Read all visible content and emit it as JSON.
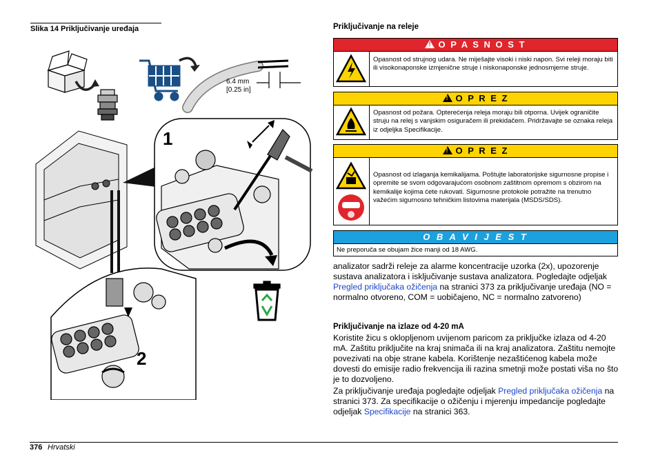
{
  "figure": {
    "title": "Slika 14  Priključivanje uređaja",
    "dimension_mm": "6.4 mm",
    "dimension_in": "[0.25 in]",
    "step1": "1",
    "step2": "2"
  },
  "section": {
    "title": "Priključivanje na releje"
  },
  "hazards": {
    "danger": {
      "label": "O P A S N O S T",
      "text": "Opasnost od strujnog udara. Ne miješajte visoki i niski napon. Svi releji moraju biti ili visokonaponske izmjenične struje i niskonaponske jednosmjerne struje."
    },
    "caution1": {
      "label": "O P R E Z",
      "text": "Opasnost od požara. Opterećenja releja moraju bili otporna. Uvijek ograničite struju na relej s vanjskim osiguračem ili prekidačem. Pridržavajte se oznaka releja iz odjeljka Specifikacije."
    },
    "caution2": {
      "label": "O P R E Z",
      "text": "Opasnost od izlaganja kemikalijama. Poštujte laboratorijske sigurnosne propise i opremite se svom odgovarajućom osobnom zaštitnom opremom s obzirom na kemikalije kojima ćete rukovati. Sigurnosne protokole potražite na trenutno važećim sigurnosno tehničkim listovima materijala (MSDS/SDS)."
    },
    "notice": {
      "label": "O B A V I J E S T",
      "text": "Ne preporuča se obujam žice manji od 18 AWG."
    }
  },
  "body": {
    "p1_a": "analizator sadrži releje za alarme koncentracije uzorka (2x), upozorenje sustava analizatora i isključivanje sustava analizatora. Pogledajte odjeljak ",
    "p1_link": "Pregled priključaka ožičenja",
    "p1_b": " na stranici 373 za priključivanje uređaja (NO = normalno otvoreno, COM = uobičajeno, NC = normalno zatvoreno)",
    "sub_title": "Priključivanje na izlaze od 4-20 mA",
    "p2": "Koristite žicu s oklopljenom uvijenom paricom za priključke izlaza od 4-20 mA. Zaštitu priključite na kraj snimača ili na kraj analizatora. Zaštitu nemojte povezivati na obje strane kabela. Korištenje nezaštićenog kabela može dovesti do emisije radio frekvencija ili razina smetnji može postati viša no što je to dozvoljeno.",
    "p3_a": "Za priključivanje uređaja pogledajte odjeljak ",
    "p3_link1": "Pregled priključaka ožičenja",
    "p3_b": " na stranici 373. Za specifikacije o ožičenju i mjerenju impedancije pogledajte odjeljak ",
    "p3_link2": "Specifikacije",
    "p3_c": " na stranici 363."
  },
  "footer": {
    "page": "376",
    "language": "Hrvatski"
  }
}
